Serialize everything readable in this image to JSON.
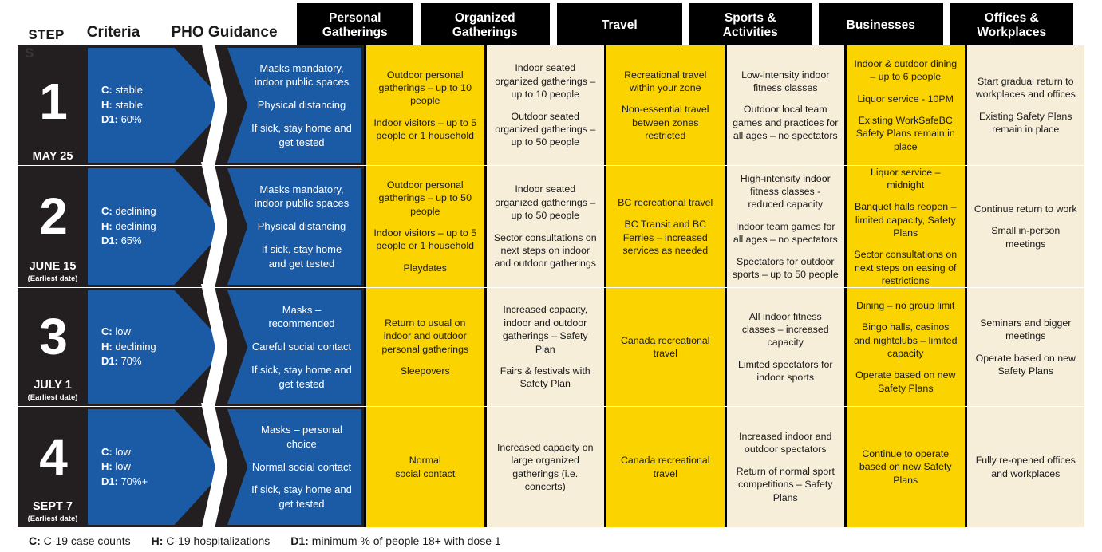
{
  "columns": {
    "step_label": "STEP",
    "criteria_label": "Criteria",
    "pho_label": "PHO Guidance",
    "categories": [
      "Personal\nGatherings",
      "Organized\nGatherings",
      "Travel",
      "Sports &\nActivities",
      "Businesses",
      "Offices &\nWorkplaces"
    ]
  },
  "legend": [
    {
      "key": "C:",
      "text": "C-19 case counts"
    },
    {
      "key": "H:",
      "text": "C-19 hospitalizations"
    },
    {
      "key": "D1:",
      "text": "minimum % of people 18+ with dose 1"
    }
  ],
  "colors": {
    "black": "#000000",
    "charcoal": "#231f20",
    "blue": "#1b5aa5",
    "yellow": "#fbd400",
    "cream": "#f7eeda",
    "white": "#ffffff"
  },
  "steps": [
    {
      "number": "1",
      "artifact": "S",
      "date": "MAY 25",
      "date_note": "",
      "criteria": [
        {
          "key": "C:",
          "value": "stable"
        },
        {
          "key": "H:",
          "value": "stable"
        },
        {
          "key": "D1:",
          "value": "60%"
        }
      ],
      "pho": [
        "Masks mandatory,\nindoor public spaces",
        "Physical distancing",
        "If sick, stay home and\nget tested"
      ],
      "cells": [
        {
          "fill": "yellow",
          "paras": [
            "Outdoor personal gatherings – up to 10 people",
            "Indoor visitors – up to 5 people or 1 household"
          ]
        },
        {
          "fill": "cream",
          "paras": [
            "Indoor seated organized gatherings – up to 10 people",
            "Outdoor seated organized gatherings – up to 50 people"
          ]
        },
        {
          "fill": "yellow",
          "paras": [
            "Recreational travel within your zone",
            "Non-essential travel between zones restricted"
          ]
        },
        {
          "fill": "cream",
          "paras": [
            "Low-intensity indoor fitness classes",
            "Outdoor local team games and practices for all ages – no spectators"
          ]
        },
        {
          "fill": "yellow",
          "paras": [
            "Indoor & outdoor dining – up to 6 people",
            "Liquor service - 10PM",
            "Existing WorkSafeBC Safety Plans remain in place"
          ]
        },
        {
          "fill": "cream",
          "paras": [
            "Start gradual return to workplaces and offices",
            "Existing Safety Plans remain in place"
          ]
        }
      ]
    },
    {
      "number": "2",
      "artifact": "",
      "date": "JUNE 15",
      "date_note": "(Earliest date)",
      "criteria": [
        {
          "key": "C:",
          "value": "declining"
        },
        {
          "key": "H:",
          "value": "declining"
        },
        {
          "key": "D1:",
          "value": "65%"
        }
      ],
      "pho": [
        "Masks mandatory,\nindoor public spaces",
        "Physical distancing",
        "If sick, stay home\nand get tested"
      ],
      "cells": [
        {
          "fill": "yellow",
          "paras": [
            "Outdoor personal gatherings – up to 50 people",
            "Indoor visitors – up to 5 people or 1 household",
            "Playdates"
          ]
        },
        {
          "fill": "cream",
          "paras": [
            "Indoor seated organized gatherings – up to 50 people",
            "Sector consultations  on next steps on indoor and outdoor gatherings"
          ]
        },
        {
          "fill": "yellow",
          "paras": [
            "BC recreational travel",
            "BC Transit and BC Ferries – increased services as needed"
          ]
        },
        {
          "fill": "cream",
          "paras": [
            "High-intensity indoor fitness classes - reduced capacity",
            "Indoor team games for all ages – no spectators",
            "Spectators for outdoor sports – up to 50 people"
          ]
        },
        {
          "fill": "yellow",
          "paras": [
            "Liquor service – midnight",
            "Banquet halls reopen – limited capacity, Safety Plans",
            "Sector consultations on next steps on easing of restrictions"
          ]
        },
        {
          "fill": "cream",
          "paras": [
            "Continue return to work",
            "Small in-person meetings"
          ]
        }
      ]
    },
    {
      "number": "3",
      "artifact": "",
      "date": "JULY 1",
      "date_note": "(Earliest date)",
      "criteria": [
        {
          "key": "C:",
          "value": "low"
        },
        {
          "key": "H:",
          "value": "declining"
        },
        {
          "key": "D1:",
          "value": "70%"
        }
      ],
      "pho": [
        "Masks –\nrecommended",
        "Careful social contact",
        "If sick, stay home and\nget tested"
      ],
      "cells": [
        {
          "fill": "yellow",
          "paras": [
            "Return to usual on indoor and outdoor personal gatherings",
            "Sleepovers"
          ]
        },
        {
          "fill": "cream",
          "paras": [
            "Increased capacity, indoor and outdoor gatherings – Safety Plan",
            "Fairs & festivals with Safety Plan"
          ]
        },
        {
          "fill": "yellow",
          "paras": [
            "Canada recreational travel"
          ]
        },
        {
          "fill": "cream",
          "paras": [
            "All indoor fitness classes – increased capacity",
            "Limited spectators for indoor sports"
          ]
        },
        {
          "fill": "yellow",
          "paras": [
            "Dining – no group limit",
            "Bingo halls, casinos and nightclubs – limited capacity",
            "Operate based on new Safety Plans"
          ]
        },
        {
          "fill": "cream",
          "paras": [
            "Seminars and bigger meetings",
            "Operate based on new Safety Plans"
          ]
        }
      ]
    },
    {
      "number": "4",
      "artifact": "",
      "date": "SEPT 7",
      "date_note": "(Earliest date)",
      "criteria": [
        {
          "key": "C:",
          "value": "low"
        },
        {
          "key": "H:",
          "value": "low"
        },
        {
          "key": "D1:",
          "value": "70%+"
        }
      ],
      "pho": [
        "Masks – personal\nchoice",
        "Normal social contact",
        "If sick, stay home and\nget tested"
      ],
      "cells": [
        {
          "fill": "yellow",
          "paras": [
            "Normal\nsocial contact"
          ]
        },
        {
          "fill": "cream",
          "paras": [
            "Increased capacity on large organized gatherings (i.e. concerts)"
          ]
        },
        {
          "fill": "yellow",
          "paras": [
            "Canada recreational travel"
          ]
        },
        {
          "fill": "cream",
          "paras": [
            "Increased indoor and outdoor spectators",
            "Return of normal sport competitions – Safety Plans"
          ]
        },
        {
          "fill": "yellow",
          "paras": [
            "Continue to operate based on new Safety Plans"
          ]
        },
        {
          "fill": "cream",
          "paras": [
            "Fully re-opened offices and workplaces"
          ]
        }
      ]
    }
  ]
}
